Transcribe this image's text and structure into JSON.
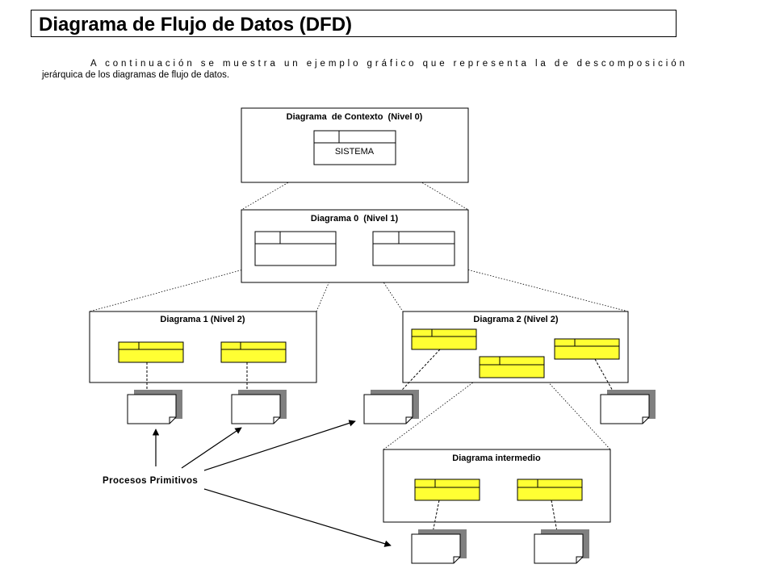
{
  "title": "Diagrama de Flujo de Datos (DFD)",
  "intro": {
    "line1": "A continuación se muestra un ejemplo gráfico que representa la de descomposición",
    "line2": "jerárquica de los diagramas de flujo de datos."
  },
  "diagram": {
    "context_title": "Diagrama  de Contexto  (Nivel 0)",
    "system_label": "SISTEMA",
    "level1_title": "Diagrama 0  (Nivel 1)",
    "diagram1_title": "Diagrama 1 (Nivel 2)",
    "diagram2_title": "Diagrama 2 (Nivel 2)",
    "intermediate_title": "Diagrama intermedio",
    "primitive_label": "Procesos Primitivos"
  },
  "colors": {
    "process_fill": "#ffff33",
    "document_shadow": "#808080",
    "line": "#000000"
  }
}
